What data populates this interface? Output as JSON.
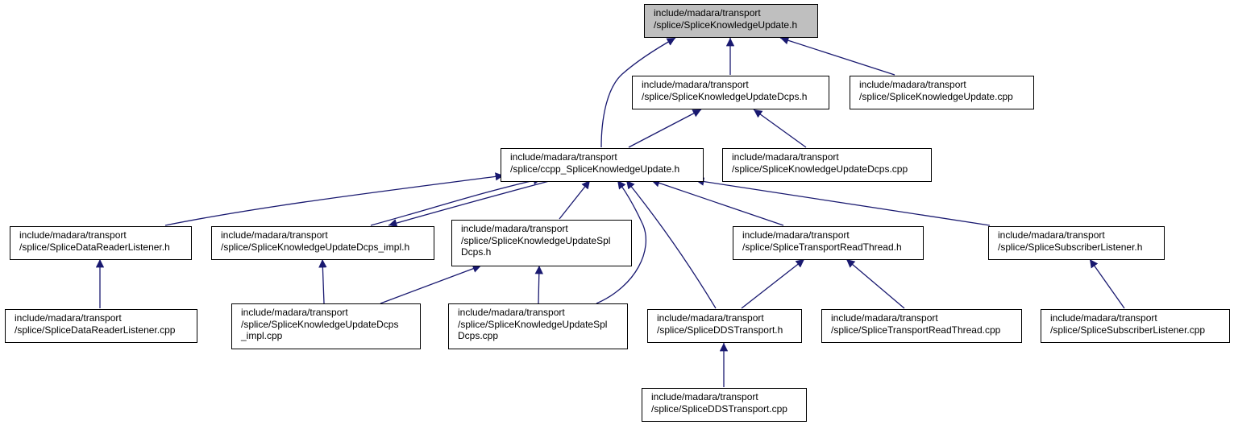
{
  "colors": {
    "edge": "#191970",
    "root_fill": "#bfbfbf",
    "node_fill": "#ffffff",
    "border": "#000000"
  },
  "nodes": {
    "root": [
      "include/madara/transport",
      "/splice/SpliceKnowledgeUpdate.h"
    ],
    "dcps_h": [
      "include/madara/transport",
      "/splice/SpliceKnowledgeUpdateDcps.h"
    ],
    "ku_cpp": [
      "include/madara/transport",
      "/splice/SpliceKnowledgeUpdate.cpp"
    ],
    "ccpp_h": [
      "include/madara/transport",
      "/splice/ccpp_SpliceKnowledgeUpdate.h"
    ],
    "dcps_cpp": [
      "include/madara/transport",
      "/splice/SpliceKnowledgeUpdateDcps.cpp"
    ],
    "drl_h": [
      "include/madara/transport",
      "/splice/SpliceDataReaderListener.h"
    ],
    "dcps_impl_h": [
      "include/madara/transport",
      "/splice/SpliceKnowledgeUpdateDcps_impl.h"
    ],
    "spl_dcps_h": [
      "include/madara/transport",
      "/splice/SpliceKnowledgeUpdateSpl",
      "Dcps.h"
    ],
    "trt_h": [
      "include/madara/transport",
      "/splice/SpliceTransportReadThread.h"
    ],
    "sl_h": [
      "include/madara/transport",
      "/splice/SpliceSubscriberListener.h"
    ],
    "drl_cpp": [
      "include/madara/transport",
      "/splice/SpliceDataReaderListener.cpp"
    ],
    "dcps_impl_cpp": [
      "include/madara/transport",
      "/splice/SpliceKnowledgeUpdateDcps",
      "_impl.cpp"
    ],
    "spl_dcps_cpp": [
      "include/madara/transport",
      "/splice/SpliceKnowledgeUpdateSpl",
      "Dcps.cpp"
    ],
    "dds_h": [
      "include/madara/transport",
      "/splice/SpliceDDSTransport.h"
    ],
    "trt_cpp": [
      "include/madara/transport",
      "/splice/SpliceTransportReadThread.cpp"
    ],
    "sl_cpp": [
      "include/madara/transport",
      "/splice/SpliceSubscriberListener.cpp"
    ],
    "dds_cpp": [
      "include/madara/transport",
      "/splice/SpliceDDSTransport.cpp"
    ]
  }
}
